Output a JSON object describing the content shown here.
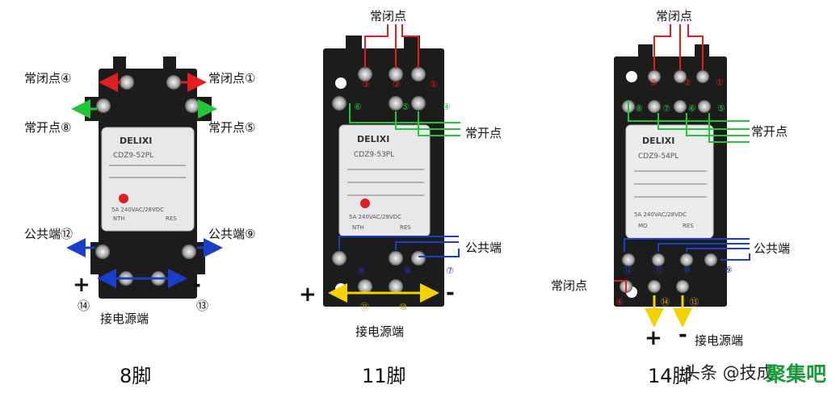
{
  "colors": {
    "nc": "#e02020",
    "no": "#22c63a",
    "com": "#1a3ec8",
    "pwr": "#f2d300"
  },
  "relay8": {
    "caption": "8脚",
    "nc_left": "常闭点④",
    "nc_right": "常闭点①",
    "no_left": "常开点⑧",
    "no_right": "常开点⑤",
    "com_left": "公共端⑫",
    "com_right": "公共端⑨",
    "plus": "+",
    "minus": "-",
    "pin_left": "⑭",
    "pin_right": "⑬",
    "power": "接电源端",
    "brand": "DELIXI",
    "model": "CDZ9-52PL",
    "rating": "5A 240VAC/28VDC",
    "maker": "NTH",
    "res": "RES"
  },
  "relay11": {
    "caption": "11脚",
    "nc": "常闭点",
    "no": "常开点",
    "com": "公共端",
    "plus": "+",
    "minus": "-",
    "power": "接电源端",
    "nc_pins": [
      "③",
      "②",
      "①"
    ],
    "no_pins": [
      "⑥",
      "⑤",
      "④"
    ],
    "com_pins": [
      "⑨",
      "⑧",
      "⑦"
    ],
    "pwr_pins": [
      "⑪",
      "⑩"
    ],
    "brand": "DELIXI",
    "model": "CDZ9-53PL",
    "rating": "5A 240VAC/28VDC",
    "maker": "NTH",
    "res": "RES"
  },
  "relay14": {
    "caption": "14脚",
    "nc": "常闭点",
    "no": "常开点",
    "com": "公共端",
    "nc_extra": "常闭点",
    "plus": "+",
    "minus": "-",
    "power": "接电源端",
    "nc_pins": [
      "③",
      "②",
      "①"
    ],
    "no_pins": [
      "⑧",
      "⑦",
      "⑥",
      "⑤"
    ],
    "com_pins": [
      "⑫",
      "⑪",
      "⑩",
      "⑨"
    ],
    "pwr_pins": [
      "④",
      "⑭",
      "⑬"
    ],
    "brand": "DELIXI",
    "model": "CDZ9-54PL",
    "rating": "5A 240VAC/28VDC",
    "maker": "MO",
    "res": "RES"
  },
  "watermark": "头条 @技成",
  "watermark2": "聚集吧"
}
